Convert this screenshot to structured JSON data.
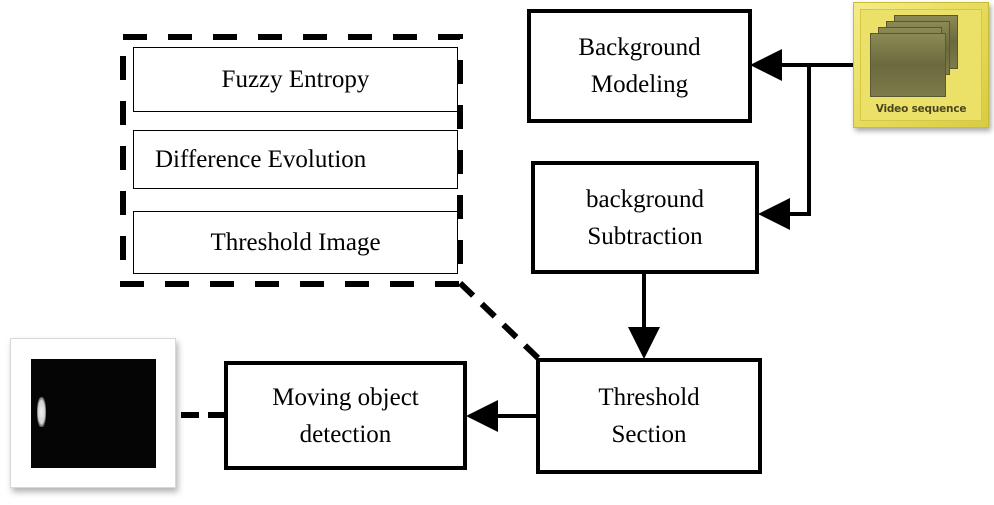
{
  "diagram": {
    "nodes": {
      "video_sequence": {
        "label": "Video sequence",
        "icon": "video-frames-icon",
        "color": "#e8dd5e"
      },
      "background_modeling": {
        "line1": "Background",
        "line2": "Modeling"
      },
      "background_subtraction": {
        "line1": "background",
        "line2": "Subtraction"
      },
      "threshold_section": {
        "line1": "Threshold",
        "line2": "Section"
      },
      "moving_object_detection": {
        "line1": "Moving object",
        "line2": "detection"
      },
      "result_image": {
        "description": "binary foreground mask with white moving-person silhouette on black background"
      }
    },
    "threshold_details": {
      "items": [
        {
          "label": "Fuzzy Entropy"
        },
        {
          "label": "Difference Evolution"
        },
        {
          "label": "Threshold Image"
        }
      ]
    },
    "edges": [
      {
        "from": "video_sequence",
        "to": "background_modeling",
        "style": "solid-arrow"
      },
      {
        "from": "video_sequence",
        "to": "background_subtraction",
        "style": "solid-arrow"
      },
      {
        "from": "background_subtraction",
        "to": "threshold_section",
        "style": "solid-arrow"
      },
      {
        "from": "threshold_section",
        "to": "moving_object_detection",
        "style": "solid-arrow"
      },
      {
        "from": "threshold_section",
        "to": "threshold_details",
        "style": "dashed"
      },
      {
        "from": "moving_object_detection",
        "to": "result_image",
        "style": "dashed"
      }
    ]
  }
}
